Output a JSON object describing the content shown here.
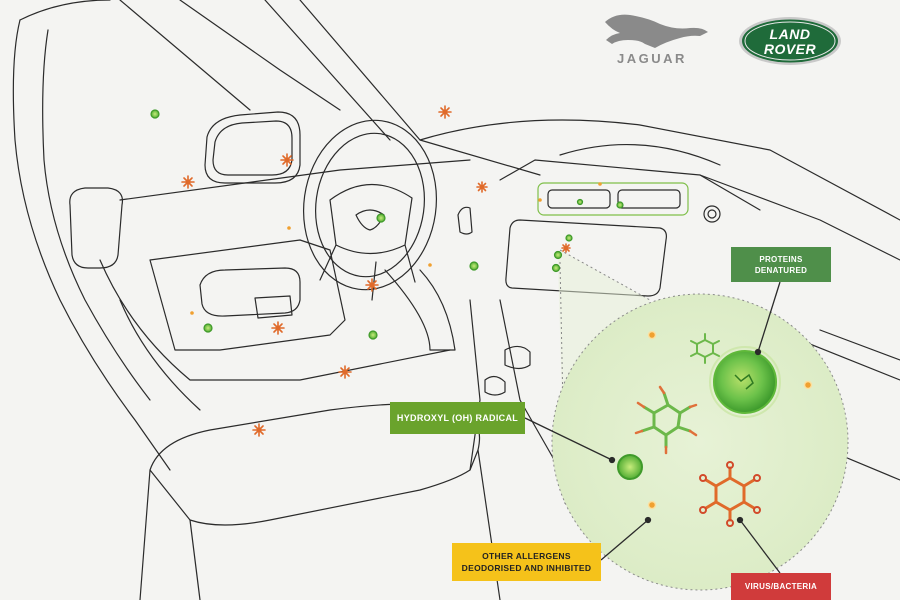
{
  "brands": {
    "jaguar": "JAGUAR",
    "land_rover_line1": "LAND",
    "land_rover_line2": "ROVER"
  },
  "labels": {
    "proteins_line1": "PROTEINS",
    "proteins_line2": "DENATURED",
    "hydroxyl": "HYDROXYL (OH) RADICAL",
    "allergens_line1": "OTHER ALLERGENS",
    "allergens_line2": "DEODORISED AND INHIBITED",
    "virus": "VIRUS/BACTERIA"
  },
  "colors": {
    "proteins_box": "#4f8f4a",
    "hydroxyl_box": "#6aa32c",
    "allergens_box": "#f5c21a",
    "virus_box": "#d03b3b",
    "land_rover_badge": "#1f6b3a",
    "line_art": "#2b2b2b",
    "radical_green": "#6cc24a",
    "pathogen_orange": "#e06a2a"
  },
  "icons": [
    "jaguar-leaper-icon",
    "radical-icon",
    "virus-icon",
    "allergen-dot-icon"
  ]
}
